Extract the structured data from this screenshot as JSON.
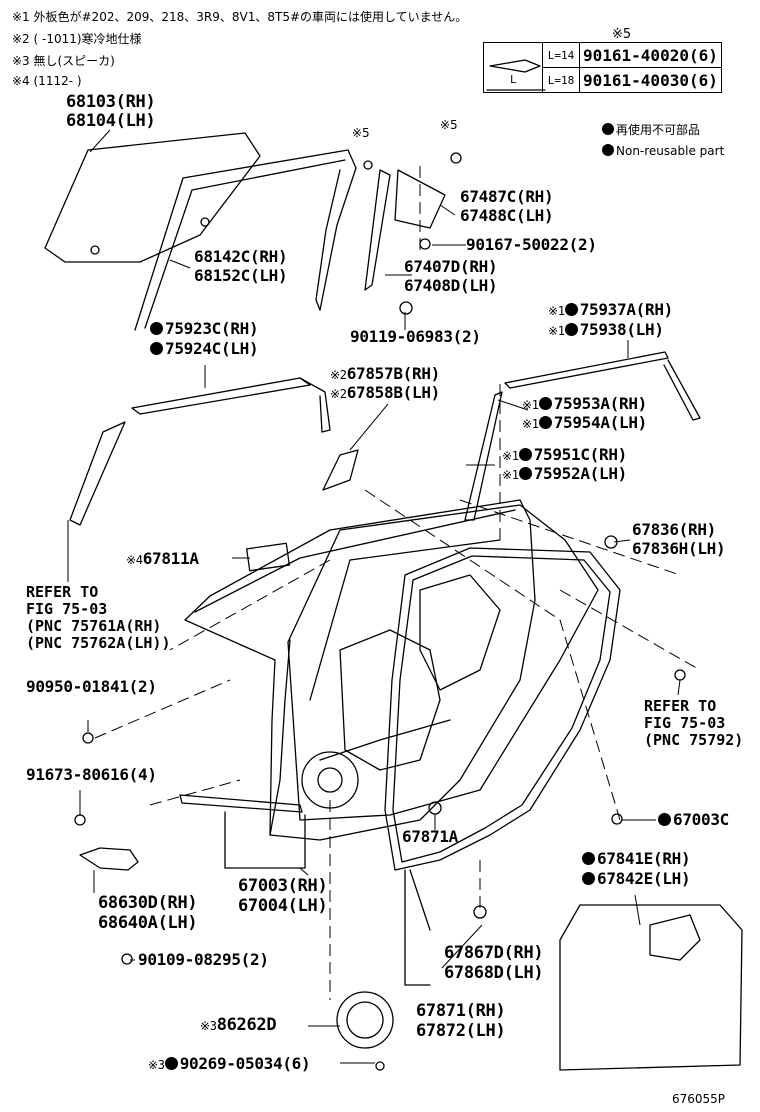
{
  "notes": {
    "n1": "※1 外板色が#202、209、218、3R9、8V1、8T5#の車両には使用していません。",
    "n2": "※2 (        -1011)寒冷地仕様",
    "n3": "※3 無し(スピーカ)",
    "n4": "※4 (1112-        )"
  },
  "spec_table": {
    "header": "※5",
    "dimension_label": "L",
    "rows": [
      {
        "length": "L=14",
        "part": "90161-40020(6)"
      },
      {
        "length": "L=18",
        "part": "90161-40030(6)"
      }
    ]
  },
  "legend": {
    "reuse_jp": "再使用不可部品",
    "reuse_en": "Non-reusable part"
  },
  "labels": {
    "p68103": "68103(RH)",
    "p68104": "68104(LH)",
    "m5a": "※5",
    "m5b": "※5",
    "p67487": "67487C(RH)",
    "p67488": "67488C(LH)",
    "p90167": "90167-50022(2)",
    "p68142": "68142C(RH)",
    "p68152": "68152C(LH)",
    "p67407": "67407D(RH)",
    "p67408": "67408D(LH)",
    "p90119": "90119-06983(2)",
    "p75923": "75923C(RH)",
    "p75924": "75924C(LH)",
    "m1a": "※1",
    "p75937": "75937A(RH)",
    "m1b": "※1",
    "p75938": "75938(LH)",
    "m2a": "※2",
    "p67857": "67857B(RH)",
    "m2b": "※2",
    "p67858": "67858B(LH)",
    "m1c": "※1",
    "p75953": "75953A(RH)",
    "m1d": "※1",
    "p75954": "75954A(LH)",
    "m1e": "※1",
    "p75951": "75951C(RH)",
    "m1f": "※1",
    "p75952": "75952A(LH)",
    "m4": "※4",
    "p67811": "67811A",
    "p67836rh": "67836(RH)",
    "p67836lh": "67836H(LH)",
    "refer1": [
      "REFER TO",
      "FIG 75-03",
      "(PNC 75761A(RH)",
      "(PNC 75762A(LH))"
    ],
    "p90950": "90950-01841(2)",
    "refer2": [
      "REFER TO",
      "FIG 75-03",
      "(PNC 75792)"
    ],
    "p91673": "91673-80616(4)",
    "p67003c": "67003C",
    "p67871a": "67871A",
    "p67003rh": "67003(RH)",
    "p67004": "67004(LH)",
    "p67841": "67841E(RH)",
    "p67842": "67842E(LH)",
    "p68630": "68630D(RH)",
    "p68640": "68640A(LH)",
    "p90109": "90109-08295(2)",
    "p67867": "67867D(RH)",
    "p67868": "67868D(LH)",
    "m3a": "※3",
    "p86262": "86262D",
    "p67871": "67871(RH)",
    "p67872": "67872(LH)",
    "m3b": "※3",
    "p90269": "90269-05034(6)",
    "figure_id": "676055P"
  }
}
